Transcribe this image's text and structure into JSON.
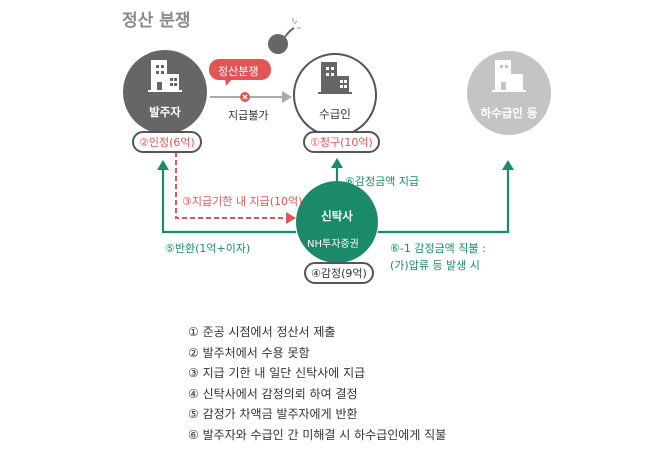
{
  "title": "정산 분쟁",
  "nodes": {
    "client": {
      "label": "발주자",
      "badge": "②인정(6억)"
    },
    "contractor": {
      "label": "수급인",
      "badge": "①청구(10억)"
    },
    "subcontractor": {
      "label": "하수급인 등"
    },
    "trust": {
      "label": "신탁사",
      "sublabel": "NH투자증권",
      "badge": "④감정(9억)"
    }
  },
  "dispute": {
    "bubble": "정산분쟁",
    "arrow_label": "지급불가"
  },
  "arrows": {
    "pay_within_deadline": "③지급기한 내 지급(10억)",
    "pay_appraised": "⑥감정금액 지급",
    "refund": "⑤반환(1억+이자)",
    "direct_pay_line1": "⑥-1 감정금액 직불 :",
    "direct_pay_line2": "(가)압류 등 발생 시"
  },
  "legend": [
    "① 준공 시점에서 정산서 제출",
    "② 발주처에서 수용 못함",
    "③ 지급 기한 내 일단 신탁사에 지급",
    "④ 신탁사에서 감정의뢰 하여 결정",
    "⑤ 감정가 차액금 발주자에게 반환",
    "⑥ 발주자와 수급인 간 미해결 시 하수급인에게 직불"
  ],
  "colors": {
    "red": "#e05555",
    "green": "#1b8a6b",
    "dark": "#666666",
    "light": "#c4c4c4"
  }
}
